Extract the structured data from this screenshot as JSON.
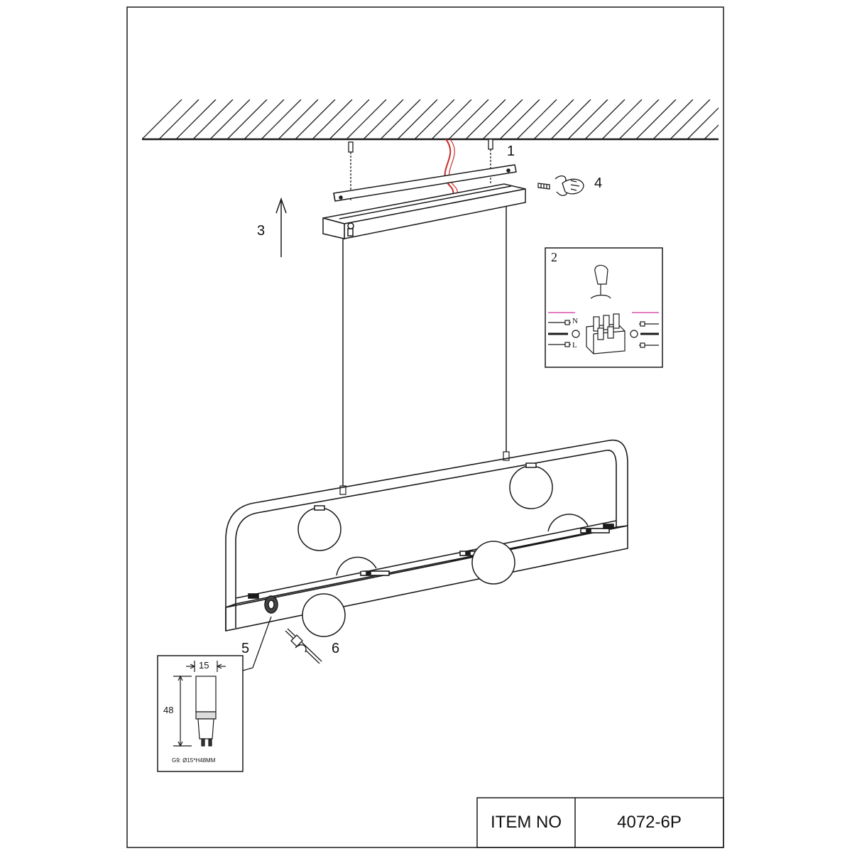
{
  "steps": {
    "s1": "1",
    "s2": "2",
    "s3": "3",
    "s4": "4",
    "s5": "5",
    "s6": "6"
  },
  "wiring": {
    "n": "N",
    "l": "L"
  },
  "bulb": {
    "width_label": "15",
    "height_label": "48",
    "spec": "G9: Ø15*H48MM"
  },
  "title_block": {
    "item_label": "ITEM NO",
    "item_value": "4072-6P"
  },
  "colors": {
    "line": "#1a1a1a",
    "cable": "#cc2a2a",
    "wire_accent": "#d22f9a"
  }
}
